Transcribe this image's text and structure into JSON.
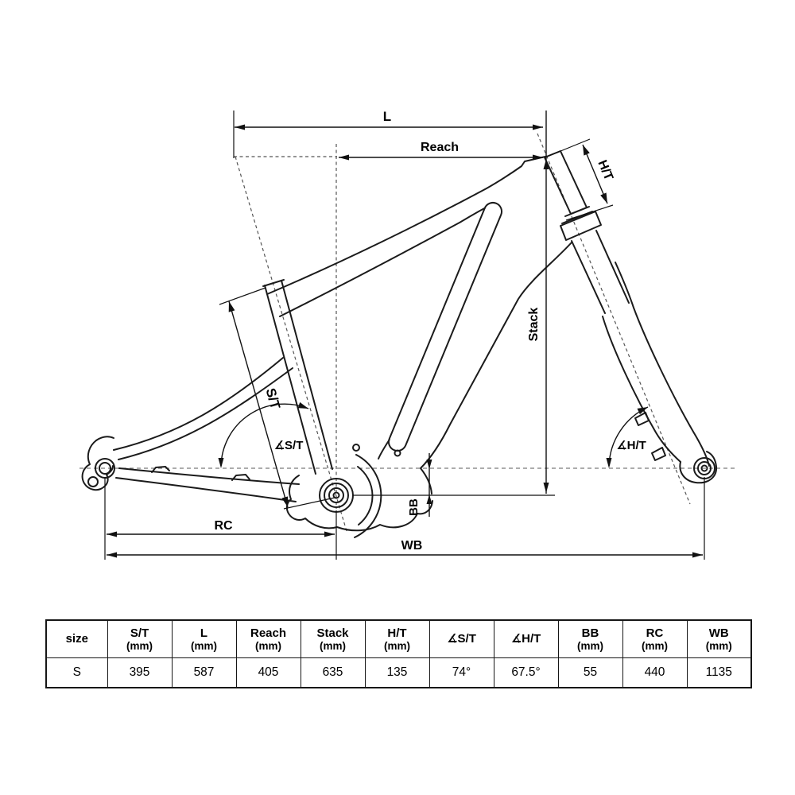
{
  "colors": {
    "ink": "#161616",
    "background": "#ffffff"
  },
  "diagram": {
    "labels": {
      "top_length": "L",
      "reach": "Reach",
      "head_tube": "H/T",
      "stack": "Stack",
      "seat_tube": "S/T",
      "seat_tube_angle": "∡S/T",
      "head_tube_angle": "∡H/T",
      "bb_drop": "BB",
      "rear_center": "RC",
      "wheelbase": "WB"
    }
  },
  "table": {
    "columns": [
      {
        "label": "size",
        "sub": ""
      },
      {
        "label": "S/T",
        "sub": "(mm)"
      },
      {
        "label": "L",
        "sub": "(mm)"
      },
      {
        "label": "Reach",
        "sub": "(mm)"
      },
      {
        "label": "Stack",
        "sub": "(mm)"
      },
      {
        "label": "H/T",
        "sub": "(mm)"
      },
      {
        "label": "∡S/T",
        "sub": ""
      },
      {
        "label": "∡H/T",
        "sub": ""
      },
      {
        "label": "BB",
        "sub": "(mm)"
      },
      {
        "label": "RC",
        "sub": "(mm)"
      },
      {
        "label": "WB",
        "sub": "(mm)"
      }
    ],
    "rows": [
      [
        "S",
        "395",
        "587",
        "405",
        "635",
        "135",
        "74°",
        "67.5°",
        "55",
        "440",
        "1135"
      ]
    ]
  }
}
